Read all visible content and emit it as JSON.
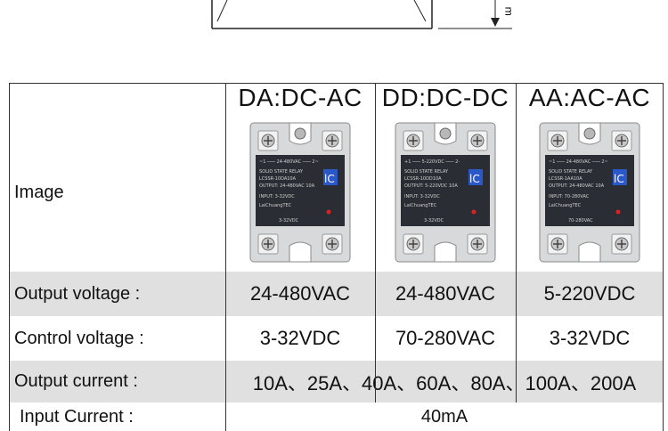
{
  "drawing": {
    "dimension_label": "ᴟ"
  },
  "table": {
    "headers": [
      "DA:DC-AC",
      "DD:DC-DC",
      "AA:AC-AC"
    ],
    "image_row_label": "Image",
    "relays": [
      {
        "line1": "~1 ─── 24-480VAC ─── 2~",
        "line2": "SOLID STATE RELAY",
        "line3": "LCSSR-10DA10A",
        "line4": "OUTPUT: 24-480VAC 10A",
        "line5": "INPUT: 3-32VDC",
        "line6": "LaiChuangTEC",
        "line7": "3-32VDC",
        "logo": "lC"
      },
      {
        "line1": "+1 ─── 5-220VDC ─── 2-",
        "line2": "SOLID STATE RELAY",
        "line3": "LCSSR-10DD10A",
        "line4": "OUTPUT: 5-220VDC 10A",
        "line5": "INPUT: 3-32VDC",
        "line6": "LaiChuangTEC",
        "line7": "3-32VDC",
        "logo": "lC"
      },
      {
        "line1": "~1 ─── 24-480VAC ─── 2~",
        "line2": "SOLID STATE RELAY",
        "line3": "LCSSR-1AA10A",
        "line4": "OUTPUT: 24-480VAC 10A",
        "line5": "INPUT: 70-280VAC",
        "line6": "LaiChuangTEC",
        "line7": "70-280VAC",
        "logo": "lC"
      }
    ],
    "output_voltage": {
      "label": "Output voltage :",
      "values": [
        "24-480VAC",
        "24-480VAC",
        "5-220VDC"
      ]
    },
    "control_voltage": {
      "label": "Control voltage :",
      "values": [
        "3-32VDC",
        "70-280VAC",
        "3-32VDC"
      ]
    },
    "output_current": {
      "label": "Output current :",
      "value": "10A、25A、40A、60A、80A、100A、200A"
    },
    "input_current": {
      "label": "Input Current :",
      "value": "40mA"
    }
  },
  "colors": {
    "row_grey": "#e0e0e0",
    "relay_body": "#2a2d33",
    "relay_frame": "#d7d9db",
    "logo_blue": "#2b58c8"
  }
}
